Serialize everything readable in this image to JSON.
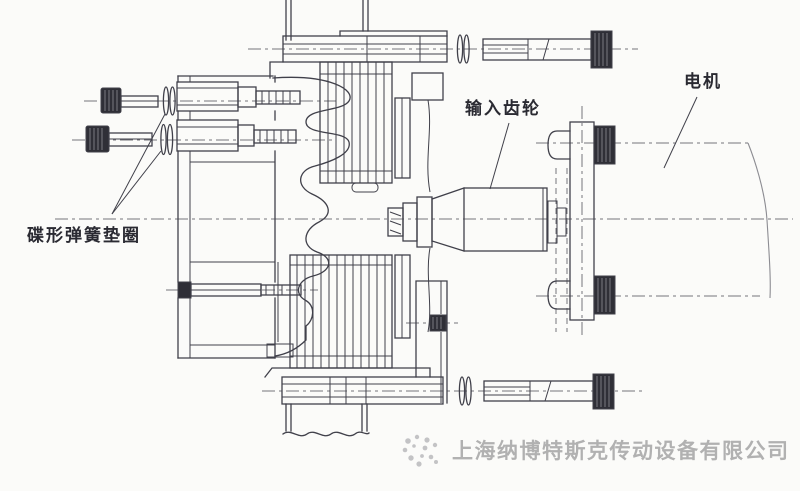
{
  "diagram": {
    "labels": {
      "motor": "电机",
      "input_gear": "输入齿轮",
      "disc_spring_washer": "碟形弹簧垫圈"
    },
    "watermark": {
      "company": "上海纳博特斯克传动设备有限公司",
      "logo_icon": "dotted-globe-logo"
    },
    "colors": {
      "line": "#40404a",
      "dark_fill": "#2f2f37",
      "centerline": "#74747b",
      "watermark_gray": "#b1b1b1",
      "background": "#fbfbf9"
    }
  }
}
